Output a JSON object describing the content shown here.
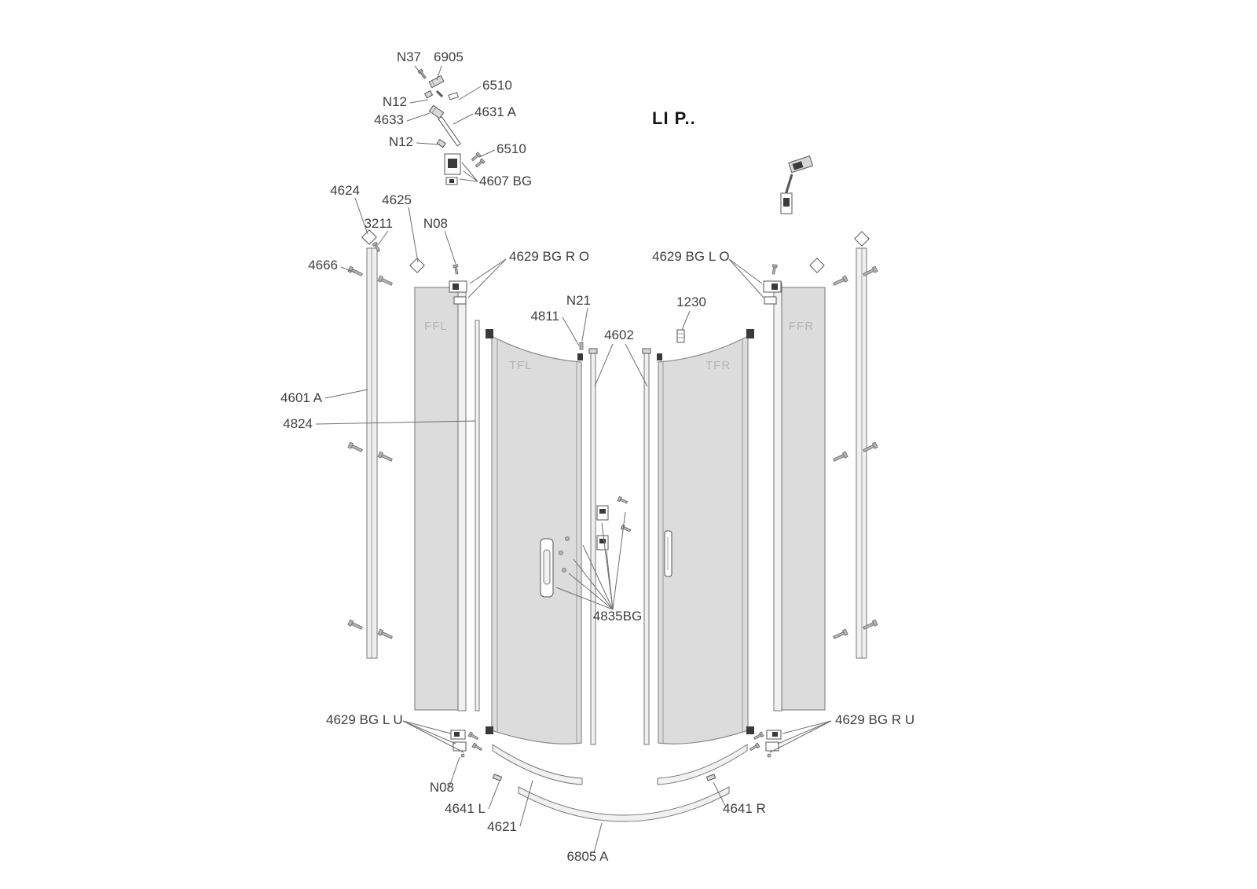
{
  "title": "LI P..",
  "labels": {
    "n37": "N37",
    "p6905": "6905",
    "p6510_a": "6510",
    "n12_a": "N12",
    "p4633": "4633",
    "p4631a": "4631 A",
    "n12_b": "N12",
    "p6510_b": "6510",
    "p4607bg": "4607 BG",
    "p4624": "4624",
    "p4625": "4625",
    "p3211": "3211",
    "n08_top": "N08",
    "p4666": "4666",
    "p4629bgro": "4629 BG R O",
    "p4629bglo": "4629 BG L O",
    "n21": "N21",
    "p4811": "4811",
    "p4602": "4602",
    "p1230": "1230",
    "p4601a": "4601 A",
    "p4824": "4824",
    "p4835bg": "4835BG",
    "p4629bglu": "4629 BG L U",
    "p4629bgru": "4629 BG R U",
    "n08_bottom": "N08",
    "p4641l": "4641 L",
    "p4621": "4621",
    "p4641r": "4641 R",
    "p6805a": "6805 A"
  },
  "panels": {
    "ffl": "FFL",
    "tfl": "TFL",
    "tfr": "TFR",
    "ffr": "FFR"
  },
  "colors": {
    "background": "#ffffff",
    "leader_line": "#6e6e6e",
    "part_stroke": "#555555",
    "glass_fill": "#dcdcdc",
    "label_text": "#3f3f3f",
    "panel_text": "#b4b4b4"
  }
}
